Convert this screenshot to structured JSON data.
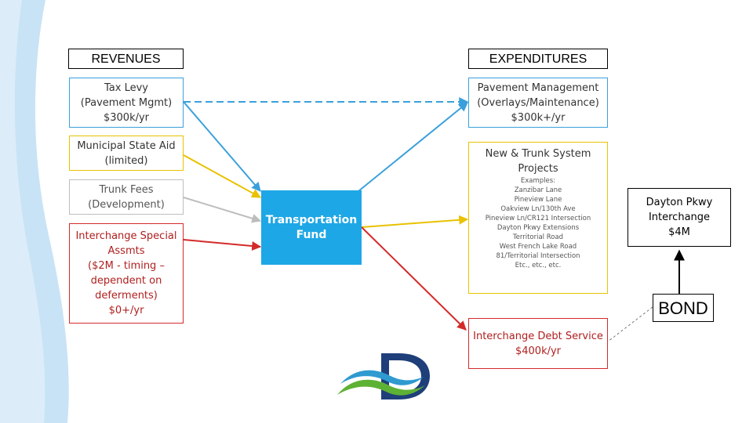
{
  "headers": {
    "revenues": "REVENUES",
    "expenditures": "EXPENDITURES"
  },
  "revenues": {
    "tax_levy": [
      "Tax Levy",
      "(Pavement Mgmt)",
      "$300k/yr"
    ],
    "msa": [
      "Municipal State Aid",
      "(limited)"
    ],
    "trunk_fees": [
      "Trunk Fees",
      "(Development)"
    ],
    "interchange": [
      "Interchange Special",
      "Assmts",
      "($2M - timing –",
      "dependent on",
      "deferments)",
      "$0+/yr"
    ]
  },
  "fund": [
    "Transportation",
    "Fund"
  ],
  "expenditures": {
    "pavement": [
      "Pavement Management",
      "(Overlays/Maintenance)",
      "$300k+/yr"
    ],
    "trunk_title": [
      "New & Trunk System",
      "Projects"
    ],
    "examples": [
      "Examples:",
      "Zanzibar Lane",
      "Pineview Lane",
      "Oakview Ln/130th Ave",
      "Pineview Ln/CR121 Intersection",
      "Dayton Pkwy Extensions",
      "Territorial Road",
      "West French Lake Road",
      "81/Territorial Intersection",
      "Etc., etc., etc."
    ],
    "debt": [
      "Interchange Debt Service",
      "$400k/yr"
    ]
  },
  "dayton": [
    "Dayton Pkwy",
    "Interchange",
    "$4M"
  ],
  "bond": "BOND",
  "colors": {
    "blue": "#3aa0dc",
    "yellow": "#e8c200",
    "gray": "#bdbdbd",
    "red": "#d42a2a",
    "fund": "#1ea7e6",
    "logo_navy": "#1f3f7a",
    "logo_green": "#5db135"
  }
}
